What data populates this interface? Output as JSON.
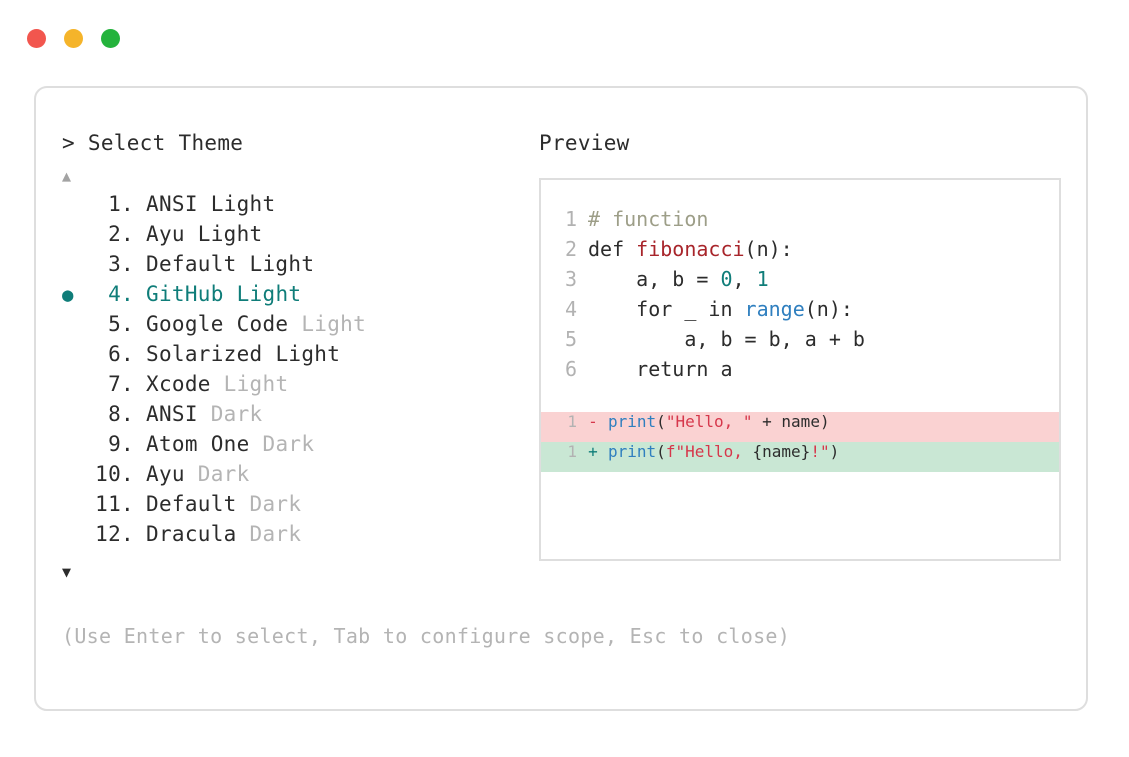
{
  "window": {
    "dots": [
      {
        "name": "close-dot",
        "color": "#f2564e"
      },
      {
        "name": "minimize-dot",
        "color": "#f5b42a"
      },
      {
        "name": "maximize-dot",
        "color": "#24b33c"
      }
    ]
  },
  "prompt": {
    "caret": ">",
    "title": "Select Theme"
  },
  "scroll": {
    "up": "▲",
    "down": "▼"
  },
  "list": {
    "selected_index": 4,
    "bullet": "●",
    "items": [
      {
        "num": "1.",
        "name": "ANSI",
        "suffix": "Light",
        "suffix_dim": false,
        "selected": false
      },
      {
        "num": "2.",
        "name": "Ayu",
        "suffix": "Light",
        "suffix_dim": false,
        "selected": false
      },
      {
        "num": "3.",
        "name": "Default",
        "suffix": "Light",
        "suffix_dim": false,
        "selected": false
      },
      {
        "num": "4.",
        "name": "GitHub",
        "suffix": "Light",
        "suffix_dim": false,
        "selected": true
      },
      {
        "num": "5.",
        "name": "Google Code",
        "suffix": "Light",
        "suffix_dim": true,
        "selected": false
      },
      {
        "num": "6.",
        "name": "Solarized",
        "suffix": "Light",
        "suffix_dim": false,
        "selected": false
      },
      {
        "num": "7.",
        "name": "Xcode",
        "suffix": "Light",
        "suffix_dim": true,
        "selected": false
      },
      {
        "num": "8.",
        "name": "ANSI",
        "suffix": "Dark",
        "suffix_dim": true,
        "selected": false
      },
      {
        "num": "9.",
        "name": "Atom One",
        "suffix": "Dark",
        "suffix_dim": true,
        "selected": false
      },
      {
        "num": "10.",
        "name": "Ayu",
        "suffix": "Dark",
        "suffix_dim": true,
        "selected": false
      },
      {
        "num": "11.",
        "name": "Default",
        "suffix": "Dark",
        "suffix_dim": true,
        "selected": false
      },
      {
        "num": "12.",
        "name": "Dracula",
        "suffix": "Dark",
        "suffix_dim": true,
        "selected": false
      }
    ]
  },
  "hint": "(Use Enter to select, Tab to configure scope, Esc to close)",
  "preview": {
    "label": "Preview",
    "code_lines": [
      {
        "ln": "1",
        "tokens": [
          {
            "t": "# function",
            "c": "tok-comment"
          }
        ]
      },
      {
        "ln": "2",
        "tokens": [
          {
            "t": "def ",
            "c": "tok-plain"
          },
          {
            "t": "fibonacci",
            "c": "tok-fn"
          },
          {
            "t": "(n):",
            "c": "tok-plain"
          }
        ]
      },
      {
        "ln": "3",
        "tokens": [
          {
            "t": "    a, b = ",
            "c": "tok-plain"
          },
          {
            "t": "0",
            "c": "tok-num"
          },
          {
            "t": ", ",
            "c": "tok-plain"
          },
          {
            "t": "1",
            "c": "tok-num"
          }
        ]
      },
      {
        "ln": "4",
        "tokens": [
          {
            "t": "    for _ in ",
            "c": "tok-plain"
          },
          {
            "t": "range",
            "c": "tok-builtin"
          },
          {
            "t": "(n):",
            "c": "tok-plain"
          }
        ]
      },
      {
        "ln": "5",
        "tokens": [
          {
            "t": "        a, b = b, a + b",
            "c": "tok-plain"
          }
        ]
      },
      {
        "ln": "6",
        "tokens": [
          {
            "t": "    return a",
            "c": "tok-plain"
          }
        ]
      }
    ],
    "diff_lines": [
      {
        "ln": "1",
        "kind": "del",
        "sign": "-",
        "tokens": [
          {
            "t": "print",
            "c": "tok-builtin"
          },
          {
            "t": "(",
            "c": "tok-plain"
          },
          {
            "t": "\"Hello, \"",
            "c": "tok-str"
          },
          {
            "t": " + name)",
            "c": "tok-plain"
          }
        ]
      },
      {
        "ln": "1",
        "kind": "add",
        "sign": "+",
        "tokens": [
          {
            "t": "print",
            "c": "tok-builtin"
          },
          {
            "t": "(",
            "c": "tok-plain"
          },
          {
            "t": "f\"Hello, ",
            "c": "tok-str"
          },
          {
            "t": "{name}",
            "c": "tok-plain"
          },
          {
            "t": "!\"",
            "c": "tok-str"
          },
          {
            "t": ")",
            "c": "tok-plain"
          }
        ]
      }
    ]
  },
  "colors": {
    "accent_teal": "#0f7d79",
    "red_fn": "#a8252b",
    "red_string": "#d6374b",
    "blue_builtin": "#2f7fbf",
    "comment": "#9d9e88",
    "dim_text": "#b4b4b4",
    "body_text": "#2c2c2c",
    "diff_del_bg": "#fad2d2",
    "diff_add_bg": "#c9e7d4",
    "border": "#dedede"
  }
}
